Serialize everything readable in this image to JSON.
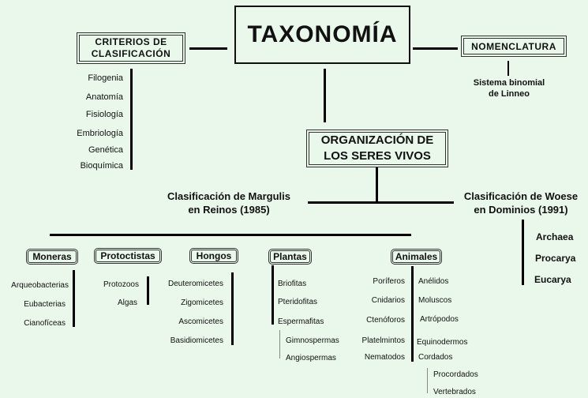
{
  "title": "TAXONOMÍA",
  "criteria": {
    "label_line1": "CRITERIOS DE",
    "label_line2": "CLASIFICACIÓN",
    "items": [
      "Filogenia",
      "Anatomía",
      "Fisiología",
      "Embriología",
      "Genética",
      "Bioquímica"
    ]
  },
  "nomenclature": {
    "label": "NOMENCLATURA",
    "sub_line1": "Sistema binomial",
    "sub_line2": "de Linneo"
  },
  "organization": {
    "line1": "ORGANIZACIÓN DE",
    "line2": "LOS SERES VIVOS"
  },
  "margulis": {
    "line1": "Clasificación de  Margulis",
    "line2": "en Reinos  (1985)"
  },
  "woese": {
    "line1": "Clasificación de Woese",
    "line2": "en Dominios (1991)",
    "domains": [
      "Archaea",
      "Procarya",
      "Eucarya"
    ]
  },
  "kingdoms": {
    "moneras": {
      "label": "Moneras",
      "items": [
        "Arqueobacterias",
        "Eubacterias",
        "Cianofíceas"
      ]
    },
    "protoctistas": {
      "label": "Protoctistas",
      "items": [
        "Protozoos",
        "Algas"
      ]
    },
    "hongos": {
      "label": "Hongos",
      "items": [
        "Deuteromicetes",
        "Zigomicetes",
        "Ascomicetes",
        "Basidiomicetes"
      ]
    },
    "plantas": {
      "label": "Plantas",
      "items": [
        "Briofitas",
        "Pteridofitas",
        "Espermafitas"
      ],
      "sub_items": [
        "Gimnospermas",
        "Angiospermas"
      ]
    },
    "animales": {
      "label": "Animales",
      "left_items": [
        "Poríferos",
        "Cnidarios",
        "Ctenóforos",
        "Platelmintos",
        "Nematodos"
      ],
      "right_items": [
        "Anélidos",
        "Moluscos",
        "Artrópodos",
        "Equinodermos",
        "Cordados"
      ],
      "sub_items": [
        "Procordados",
        "Vertebrados"
      ]
    }
  },
  "colors": {
    "background": "#e9f8ea",
    "line": "#000000"
  }
}
